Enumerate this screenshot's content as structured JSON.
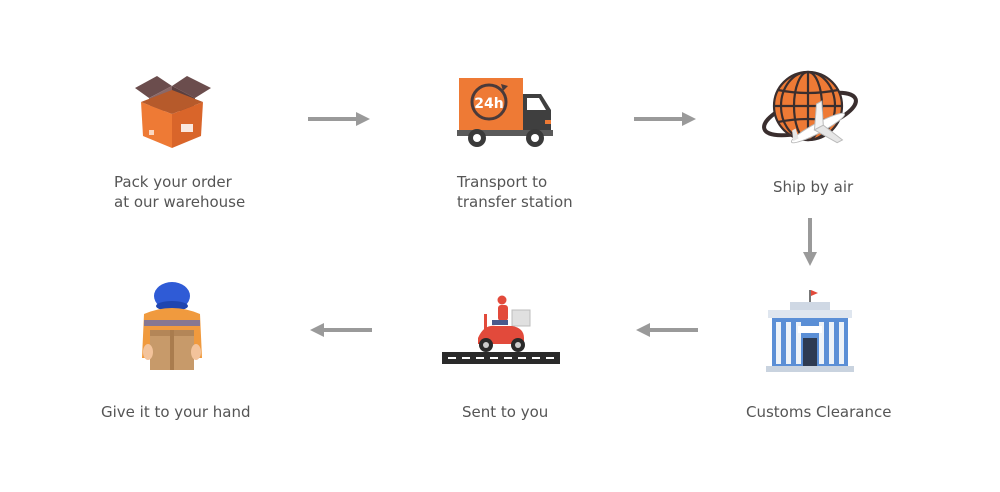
{
  "steps": [
    {
      "id": "pack",
      "icon": "open-box-icon",
      "lines": [
        "Pack your order",
        "at our warehouse"
      ]
    },
    {
      "id": "transport",
      "icon": "delivery-truck-24h-icon",
      "lines": [
        "Transport to",
        "transfer station"
      ]
    },
    {
      "id": "air",
      "icon": "globe-airplane-icon",
      "lines": [
        "Ship by air"
      ]
    },
    {
      "id": "customs",
      "icon": "customs-building-icon",
      "lines": [
        "Customs Clearance"
      ]
    },
    {
      "id": "sent",
      "icon": "scooter-courier-icon",
      "lines": [
        "Sent to you"
      ]
    },
    {
      "id": "hand",
      "icon": "courier-holding-box-icon",
      "lines": [
        "Give it to your hand"
      ]
    }
  ],
  "truck_badge": "24h",
  "colors": {
    "accent_orange": "#ee7a35",
    "dark_orange": "#c9581f",
    "box_lid": "#6b4d4d",
    "arrow_gray": "#9a9a9a",
    "building_blue": "#5b8fd6",
    "text": "#555555"
  }
}
